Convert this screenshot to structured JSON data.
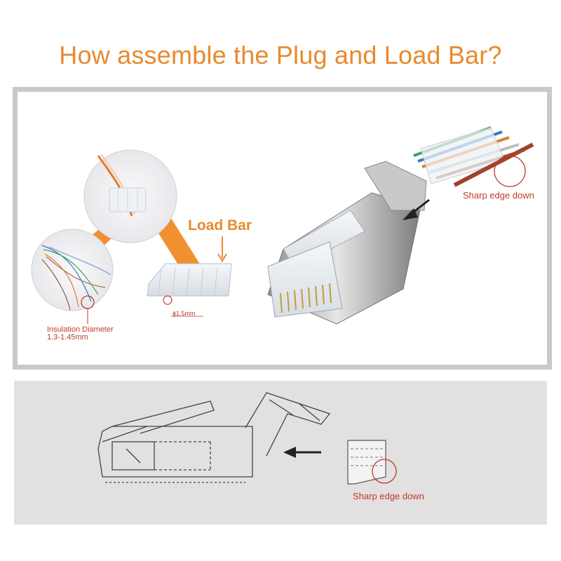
{
  "title": "How assemble the Plug and Load  Bar?",
  "labels": {
    "load_bar": "Load Bar",
    "sharp_edge_top": "Sharp edge down",
    "sharp_edge_bottom": "Sharp edge down",
    "insulation_line1": "Insulation Diameter",
    "insulation_line2": "1.3-1.45mm",
    "load_bar_diameter": "ϕ1.5mm"
  },
  "colors": {
    "title_orange": "#e88a2e",
    "annotation_red": "#c0392b",
    "panel_border": "#c9c9c9",
    "bottom_panel_bg": "#e3e0e1"
  }
}
